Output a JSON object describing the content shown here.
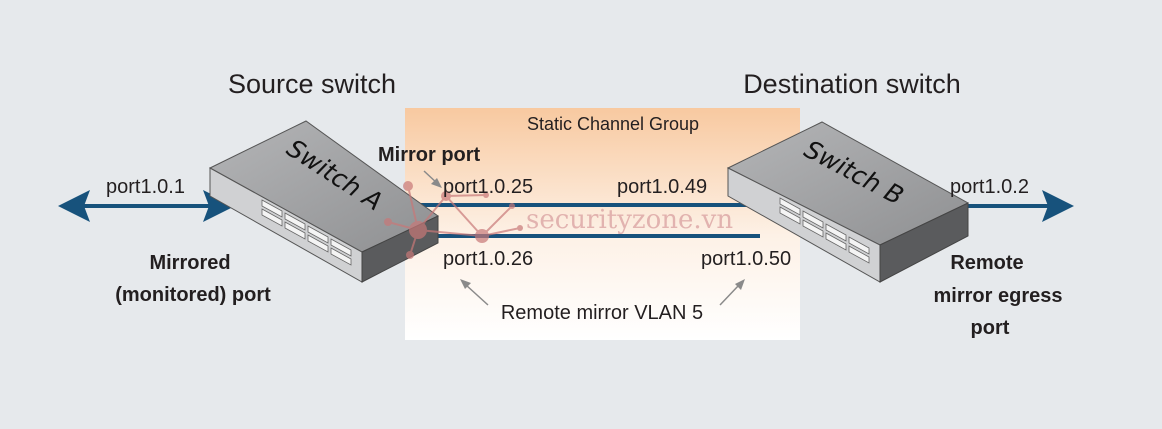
{
  "titles": {
    "source": "Source switch",
    "destination": "Destination switch"
  },
  "group_label": "Static Channel Group",
  "mirror_port_label": "Mirror port",
  "switches": {
    "a": "Switch A",
    "b": "Switch B"
  },
  "ports": {
    "p101": "port1.0.1",
    "p1025": "port1.0.25",
    "p1026": "port1.0.26",
    "p1049": "port1.0.49",
    "p1050": "port1.0.50",
    "p102": "port1.0.2"
  },
  "left_caption": {
    "line1": "Mirrored",
    "line2": "(monitored) port"
  },
  "right_caption": {
    "line1": "Remote",
    "line2": "mirror egress",
    "line3": "port"
  },
  "vlan_label": "Remote mirror VLAN 5",
  "watermark": "securityzone.vn",
  "colors": {
    "background": "#e6e9ec",
    "link": "#17527c",
    "group_top": "#f8c9a0",
    "switch_top": "#a3a4a6",
    "watermark": "#c87878"
  },
  "icons": {
    "switch": "network-switch-icon",
    "arrow": "double-arrow-icon",
    "watermark_logo": "network-nodes-logo"
  }
}
